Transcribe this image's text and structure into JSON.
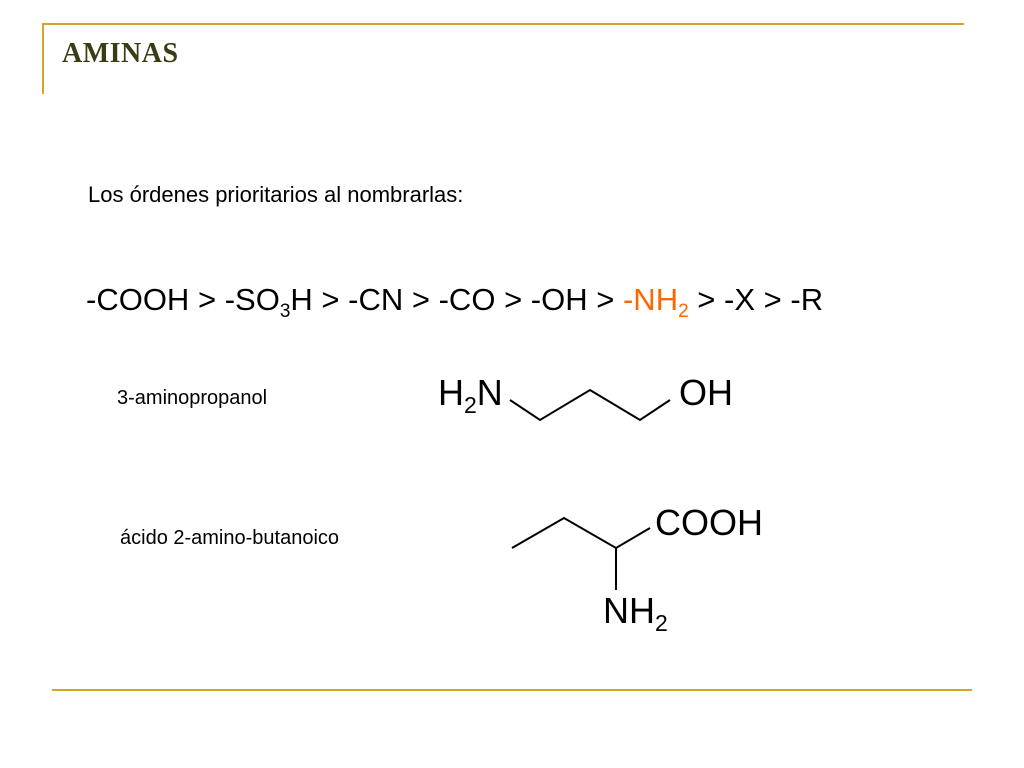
{
  "title": "AMINAS",
  "intro": "Los órdenes prioritarios al nombrarlas:",
  "priority_order": {
    "cooh": "-COOH",
    "gt": ">",
    "so3h_pre": "-SO",
    "so3h_sub": "3",
    "so3h_post": "H",
    "cn": "-CN",
    "co": "-CO",
    "oh": "-OH",
    "nh2_pre": "-NH",
    "nh2_sub": "2",
    "x": "-X",
    "r": "-R"
  },
  "colors": {
    "accent_rule": "#d4a32a",
    "title": "#3c3c14",
    "highlight": "#ff6600"
  },
  "examples": [
    {
      "name": "3-aminopropanol",
      "label_left_pre": "H",
      "label_left_sub": "2",
      "label_left_post": "N",
      "label_right": "OH"
    },
    {
      "name": "ácido 2-amino-butanoico",
      "label_top": "COOH",
      "label_bottom_pre": "NH",
      "label_bottom_sub": "2"
    }
  ]
}
